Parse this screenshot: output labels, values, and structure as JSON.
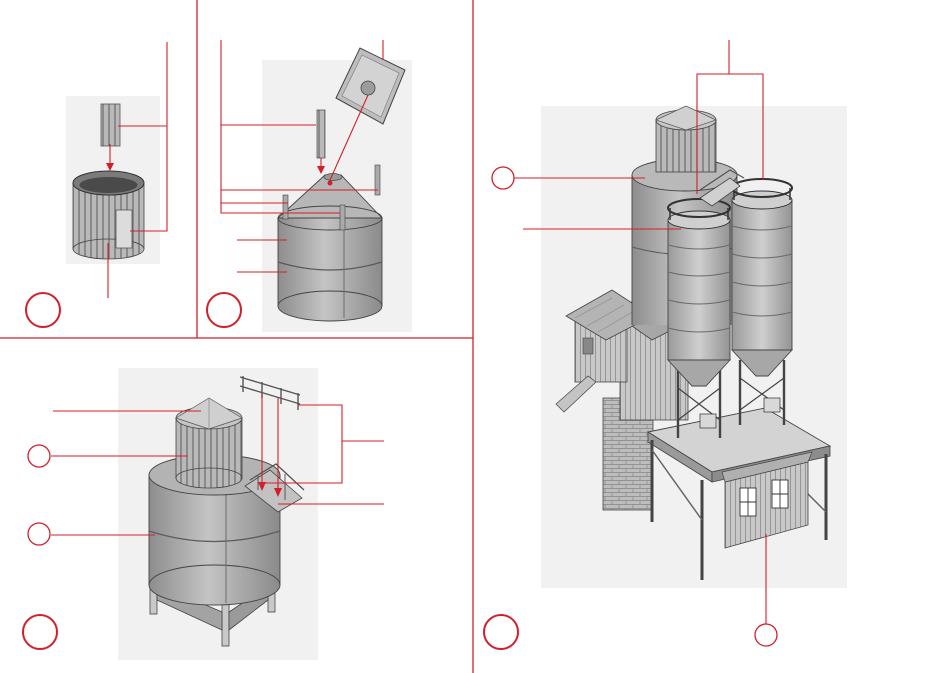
{
  "steps": [
    {
      "id": "step-1",
      "label": ""
    },
    {
      "id": "step-2",
      "label": ""
    },
    {
      "id": "step-3",
      "label": ""
    },
    {
      "id": "step-4",
      "label": ""
    }
  ],
  "callout_markers": [
    {
      "id": "marker-a",
      "label": ""
    },
    {
      "id": "marker-b",
      "label": ""
    },
    {
      "id": "marker-c",
      "label": ""
    },
    {
      "id": "marker-d",
      "label": ""
    }
  ],
  "colors": {
    "leader_line": "#d21f2a",
    "divider": "#d21f2a",
    "model_body": "#a9a9a9",
    "model_light": "#d2d2d2",
    "model_dark": "#6f6f6f",
    "outline": "#2b2b2b"
  }
}
